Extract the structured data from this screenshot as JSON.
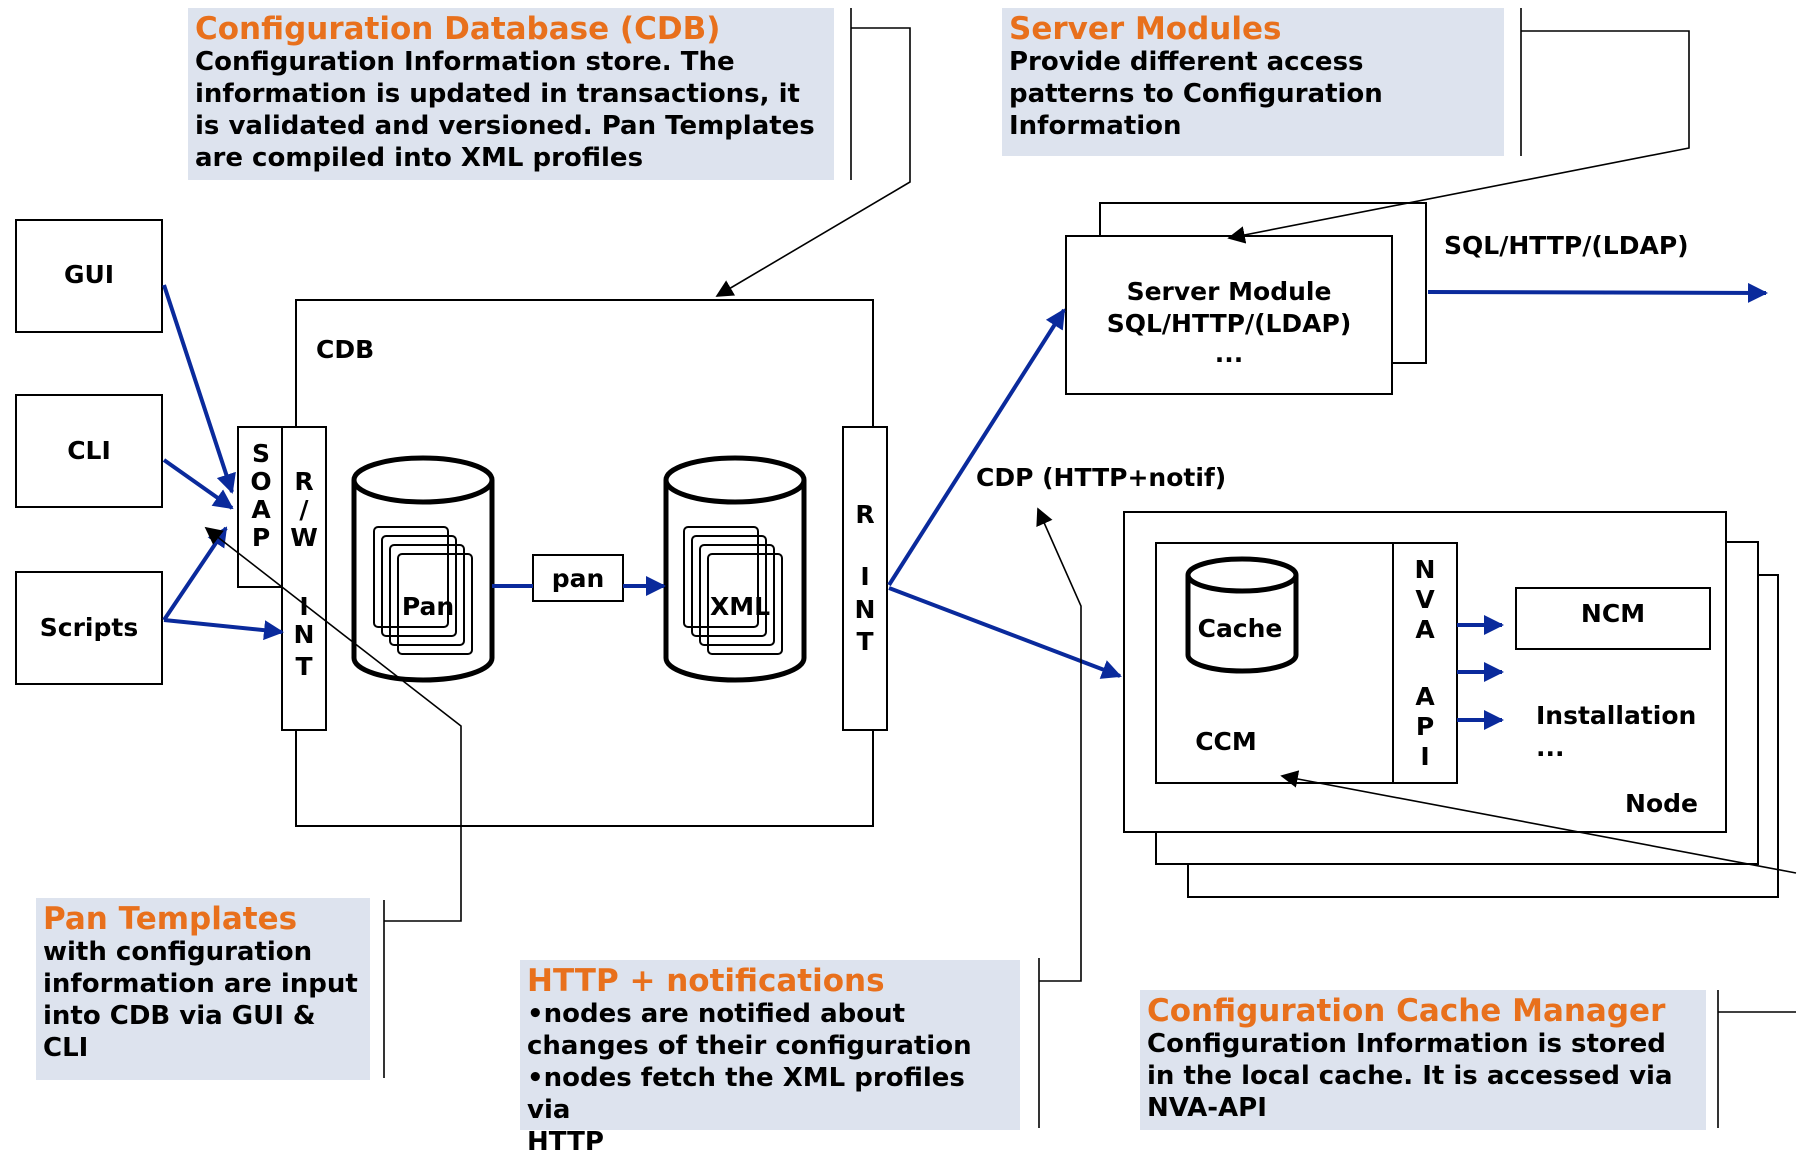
{
  "notes": {
    "cdb": {
      "title": "Configuration Database (CDB)",
      "lines": [
        "Configuration Information store. The",
        "information is updated in transactions, it",
        "is validated and versioned. Pan Templates",
        "are compiled into XML profiles"
      ]
    },
    "server_modules": {
      "title": "Server Modules",
      "lines": [
        "Provide different access",
        "patterns to Configuration",
        "Information"
      ]
    },
    "pan_templates": {
      "title": "Pan Templates",
      "lines": [
        "with configuration",
        "information are input",
        "into CDB via GUI &",
        "CLI"
      ]
    },
    "http_notifications": {
      "title": "HTTP + notifications",
      "lines": [
        "•nodes are notified about",
        "changes of their configuration",
        "•nodes fetch the XML profiles via",
        "HTTP"
      ]
    },
    "ccm": {
      "title": "Configuration Cache Manager",
      "lines": [
        "Configuration Information is stored",
        "in the local cache. It is accessed via",
        "NVA-API"
      ]
    }
  },
  "clients": {
    "gui": "GUI",
    "cli": "CLI",
    "scripts": "Scripts"
  },
  "cdb": {
    "label": "CDB",
    "soap_letters": [
      "S",
      "O",
      "A",
      "P"
    ],
    "rw_letters": [
      "R",
      "/",
      "W",
      "I",
      "N",
      "T"
    ],
    "rint_letters": [
      "R",
      "I",
      "N",
      "T"
    ],
    "pan_db": "Pan",
    "pan_arrow": "pan",
    "xml_db": "XML"
  },
  "server": {
    "lines": [
      "Server Module",
      "SQL/HTTP/(LDAP)",
      "..."
    ],
    "protocol": "SQL/HTTP/(LDAP)"
  },
  "cdp_label": "CDP (HTTP+notif)",
  "node": {
    "cache": "Cache",
    "ccm": "CCM",
    "nva_letters": [
      "N",
      "V",
      "A",
      "A",
      "P",
      "I"
    ],
    "ncm": "NCM",
    "installation": "Installation",
    "ellipsis": "...",
    "label": "Node"
  },
  "colors": {
    "accent": "#e8701c",
    "note_bg": "#dde3ee",
    "arrow": "#0a2a9c"
  }
}
